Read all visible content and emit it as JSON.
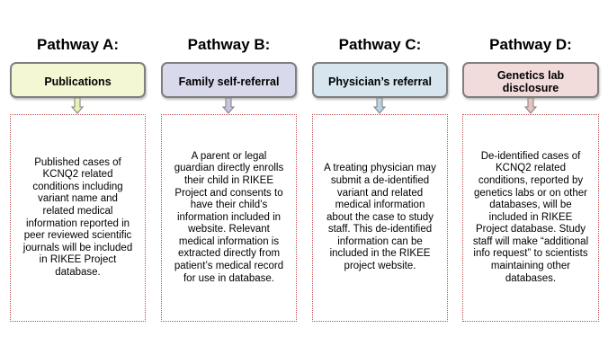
{
  "pathways": [
    {
      "title": "Pathway A:",
      "header": "Publications",
      "header_color": "#f3f7d4",
      "arrow_color": "#eaf0b8",
      "description": "Published cases of KCNQ2 related conditions including variant name and related medical information reported in peer reviewed scientific journals will be included in RIKEE Project database."
    },
    {
      "title": "Pathway B:",
      "header": "Family self-referral",
      "header_color": "#d9d9ec",
      "arrow_color": "#c5c5e2",
      "description": "A parent or legal guardian directly enrolls their child in RIKEE Project and consents to have their child’s information included in website. Relevant medical information is extracted directly from patient’s medical record for use in database."
    },
    {
      "title": "Pathway C:",
      "header": "Physician’s referral",
      "header_color": "#d6e5ee",
      "arrow_color": "#b9d2e0",
      "description": "A treating physician may submit a de-identified variant and related medical information about the case to study staff. This de-identified information can be included in the RIKEE project website."
    },
    {
      "title": "Pathway D:",
      "header": "Genetics lab disclosure",
      "header_color": "#f2dcdb",
      "arrow_color": "#e6c3c1",
      "description": "De-identified cases of KCNQ2 related conditions, reported by genetics labs or on other databases, will be included in RIKEE Project database. Study staff will make “additional info request” to scientists maintaining other databases."
    }
  ]
}
